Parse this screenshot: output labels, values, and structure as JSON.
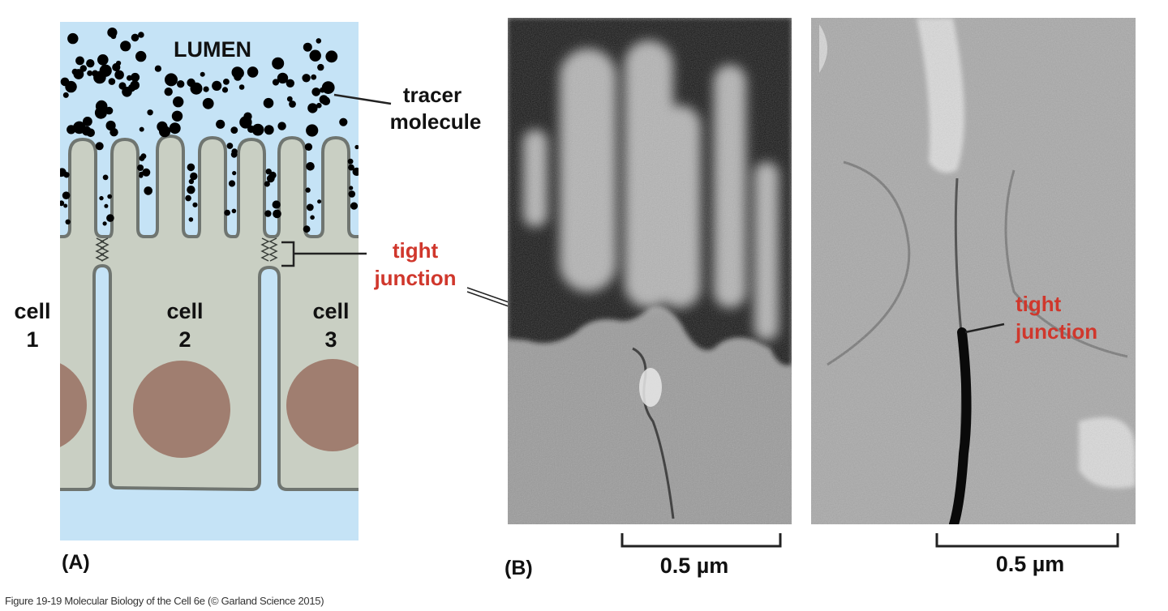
{
  "panel_a": {
    "letter": "(A)",
    "lumen_label": "LUMEN",
    "tracer_label_line1": "tracer",
    "tracer_label_line2": "molecule",
    "tight_junction_line1": "tight",
    "tight_junction_line2": "junction",
    "cells": [
      {
        "word": "cell",
        "num": "1"
      },
      {
        "word": "cell",
        "num": "2"
      },
      {
        "word": "cell",
        "num": "3"
      }
    ]
  },
  "panel_b": {
    "letter": "(B)",
    "micrograph_left": {
      "scale_label": "0.5 µm"
    },
    "micrograph_right": {
      "scale_label": "0.5 µm",
      "tight_junction_line1": "tight",
      "tight_junction_line2": "junction"
    }
  },
  "colors": {
    "lumen": "#c5e3f6",
    "cytoplasm": "#c9cfc3",
    "membrane": "#6f7570",
    "nucleus": "#a07e70",
    "tracer": "#000000",
    "label_red": "#d0372c"
  },
  "caption": "Figure 19-19  Molecular Biology of the Cell 6e (© Garland Science 2015)"
}
